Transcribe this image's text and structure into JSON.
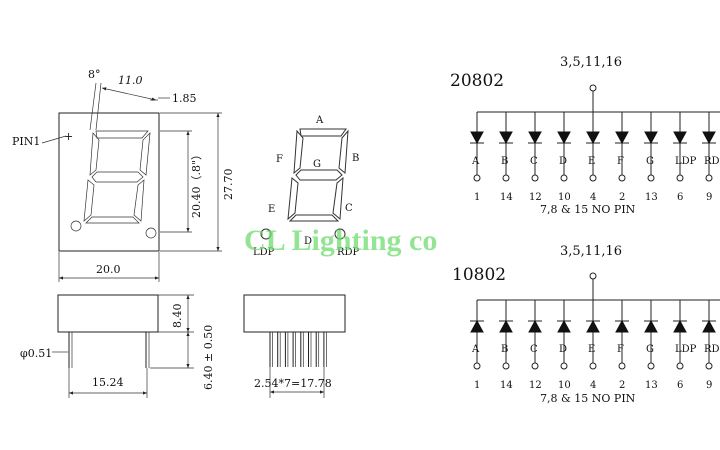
{
  "front_view": {
    "pin1_label": "PIN1",
    "angle": "8°",
    "seg_width": "11.0",
    "seg_stroke": "1.85",
    "digit_height": "20.40（.8\"）",
    "body_height": "27.70",
    "body_width": "20.0"
  },
  "segment_map": {
    "a": "A",
    "b": "B",
    "c": "C",
    "d": "D",
    "e": "E",
    "f": "F",
    "g": "G",
    "ldp": "LDP",
    "rdp": "RDP"
  },
  "side_views": {
    "pin_diameter": "φ0.51",
    "row_spacing": "15.24",
    "body_depth": "8.40",
    "pin_length": "6.40 ± 0.50",
    "pin_pitch": "2.54*7=17.78"
  },
  "watermark": "CL Lighting co",
  "schematics": [
    {
      "model": "20802",
      "common_pins": "3,5,11,16",
      "segments": [
        "A",
        "B",
        "C",
        "D",
        "E",
        "F",
        "G",
        "LDP",
        "RDP"
      ],
      "pins": [
        "1",
        "14",
        "12",
        "10",
        "4",
        "2",
        "13",
        "6",
        "9"
      ],
      "no_pin_note": "7,8 & 15  NO  PIN",
      "diode_direction": "down"
    },
    {
      "model": "10802",
      "common_pins": "3,5,11,16",
      "segments": [
        "A",
        "B",
        "C",
        "D",
        "E",
        "F",
        "G",
        "LDP",
        "RDP"
      ],
      "pins": [
        "1",
        "14",
        "12",
        "10",
        "4",
        "2",
        "13",
        "6",
        "9"
      ],
      "no_pin_note": "7,8 & 15  NO  PIN",
      "diode_direction": "up"
    }
  ]
}
